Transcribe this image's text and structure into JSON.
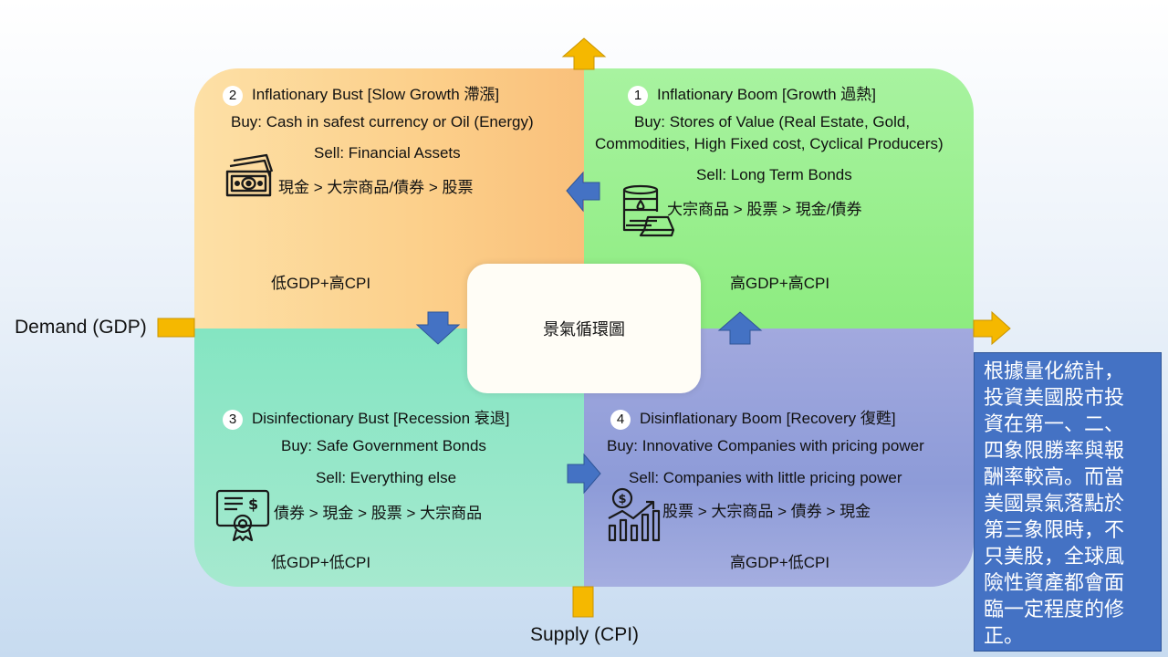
{
  "axes": {
    "x_label": "Demand (GDP)",
    "y_label": "Supply (CPI)"
  },
  "center_label": "景氣循環圖",
  "quadrants": {
    "q1": {
      "number": "1",
      "title": "Inflationary Boom [Growth 過熱]",
      "buy_line1": "Buy: Stores of Value (Real Estate, Gold,",
      "buy_line2": "Commodities, High Fixed cost, Cyclical Producers)",
      "sell": "Sell: Long Term Bonds",
      "ranking": "大宗商品 > 股票 > 現金/債券",
      "label": "高GDP+高CPI",
      "icon": "oil-barrel-gold-icon"
    },
    "q2": {
      "number": "2",
      "title": "Inflationary Bust [Slow Growth 滯漲]",
      "buy": "Buy: Cash in safest currency or Oil (Energy)",
      "sell": "Sell: Financial Assets",
      "ranking": "現金 > 大宗商品/債券 > 股票",
      "label": "低GDP+高CPI",
      "icon": "cash-icon"
    },
    "q3": {
      "number": "3",
      "title": "Disinfectionary Bust [Recession 衰退]",
      "buy": "Buy: Safe Government Bonds",
      "sell": "Sell: Everything else",
      "ranking": "債券 > 現金 > 股票 > 大宗商品",
      "label": "低GDP+低CPI",
      "icon": "certificate-icon"
    },
    "q4": {
      "number": "4",
      "title": "Disinflationary Boom [Recovery 復甦]",
      "buy": "Buy: Innovative Companies with pricing power",
      "sell": "Sell: Companies with little pricing power",
      "ranking": "股票 > 大宗商品 > 債券 > 現金",
      "label": "高GDP+低CPI",
      "icon": "growth-chart-icon"
    }
  },
  "note": {
    "lines": [
      "根據量化統計，",
      "投資美國股市投",
      "資在第一、二、",
      "四象限勝率與報",
      "酬率較高。而當",
      "美國景氣落點於",
      "第三象限時，不",
      "只美股，全球風",
      "險性資產都會面",
      "臨一定程度的修",
      "正。"
    ]
  },
  "colors": {
    "arrow_axis": "#f5b800",
    "arrow_cycle": "#4472c4",
    "note_bg": "#4472c4"
  }
}
